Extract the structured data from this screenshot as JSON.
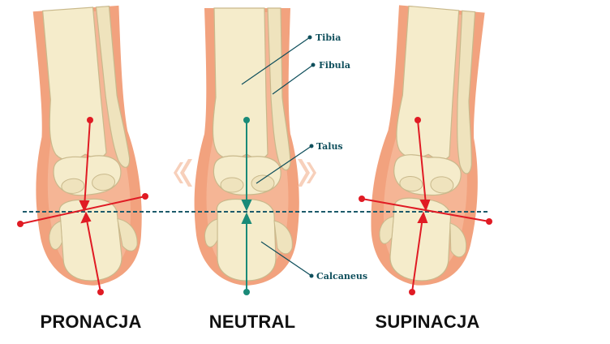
{
  "views": [
    {
      "id": "pronation",
      "label": "PRONACJA"
    },
    {
      "id": "neutral",
      "label": "NEUTRAL"
    },
    {
      "id": "supination",
      "label": "SUPINACJA"
    }
  ],
  "annotations": [
    {
      "id": "tibia",
      "label": "Tibia"
    },
    {
      "id": "fibula",
      "label": "Fibula"
    },
    {
      "id": "talus",
      "label": "Talus"
    },
    {
      "id": "calcaneus",
      "label": "Calcaneus"
    }
  ],
  "colors": {
    "skin": "#f2a27e",
    "skin_light": "#f9cdb5",
    "bone": "#f5eccb",
    "bone_outline": "#c9b98c",
    "axis_red": "#e01b24",
    "axis_teal": "#1a8a78",
    "label_teal": "#0f4f5c",
    "baseline": "#1d5b6b",
    "arrow_hint": "#f6c8b0"
  }
}
